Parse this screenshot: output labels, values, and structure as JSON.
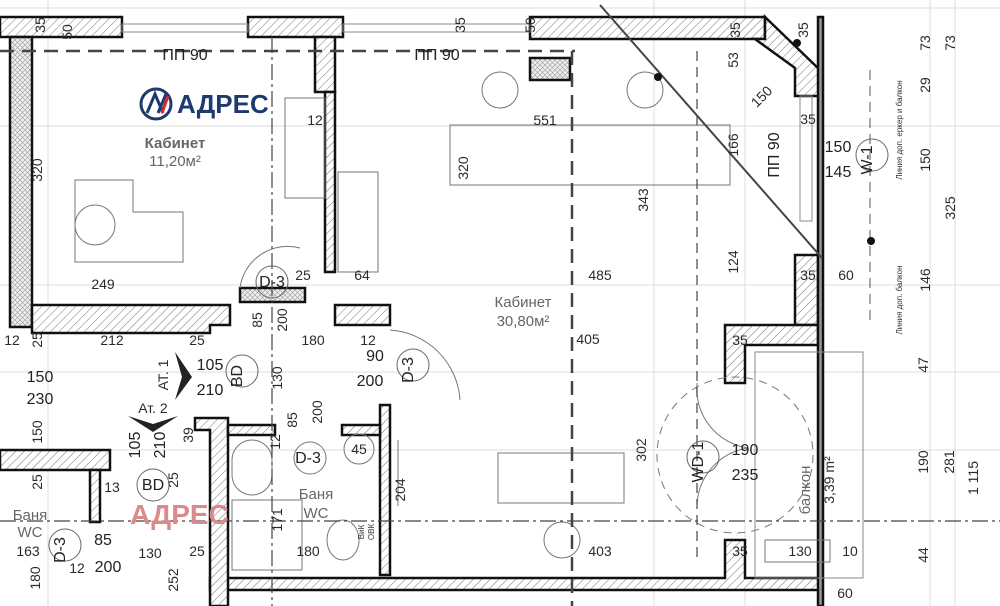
{
  "logo": {
    "text": "АДРЕС",
    "color": "#1e3a6e",
    "accent": "#d0283a"
  },
  "watermark": {
    "text": "АДРЕС",
    "color": "#d98a8a"
  },
  "rooms": [
    {
      "name": "Кабинет",
      "area": "11,20м²"
    },
    {
      "name": "Кабинет",
      "area": "30,80м²"
    },
    {
      "name": "Баня",
      "sub": "WC"
    },
    {
      "name": "Баня",
      "sub": "WC"
    },
    {
      "name": "балкон",
      "area": "3,39 m²"
    }
  ],
  "labels": [
    "ПП 90",
    "ПП 90",
    "320",
    "12",
    "249",
    "D-3",
    "25",
    "64",
    "35",
    "50",
    "35",
    "50",
    "551",
    "320",
    "343",
    "485",
    "405",
    "53",
    "150",
    "166",
    "ПП 90",
    "35",
    "150",
    "145",
    "W-1",
    "124",
    "35",
    "60",
    "73",
    "73",
    "29",
    "150",
    "325",
    "146",
    "47",
    "190",
    "281",
    "1 115",
    "44",
    "Линия доп. еркер и балкон",
    "Линия доп. балкон",
    "35",
    "302",
    "WD-1",
    "190",
    "235",
    "403",
    "35",
    "130",
    "10",
    "60",
    "12",
    "25",
    "212",
    "25",
    "85",
    "200",
    "180",
    "12",
    "90",
    "200",
    "D-3",
    "105",
    "210",
    "BD",
    "АТ. 1",
    "Ат. 2",
    "150",
    "230",
    "150",
    "130",
    "85",
    "200",
    "105",
    "210",
    "39",
    "12",
    "D-3",
    "45",
    "BD",
    "25",
    "13",
    "25",
    "204",
    "171",
    "85",
    "163",
    "D-3",
    "130",
    "25",
    "180",
    "12",
    "200",
    "180",
    "252",
    "ОВК",
    "ВиК",
    "35",
    "35"
  ]
}
